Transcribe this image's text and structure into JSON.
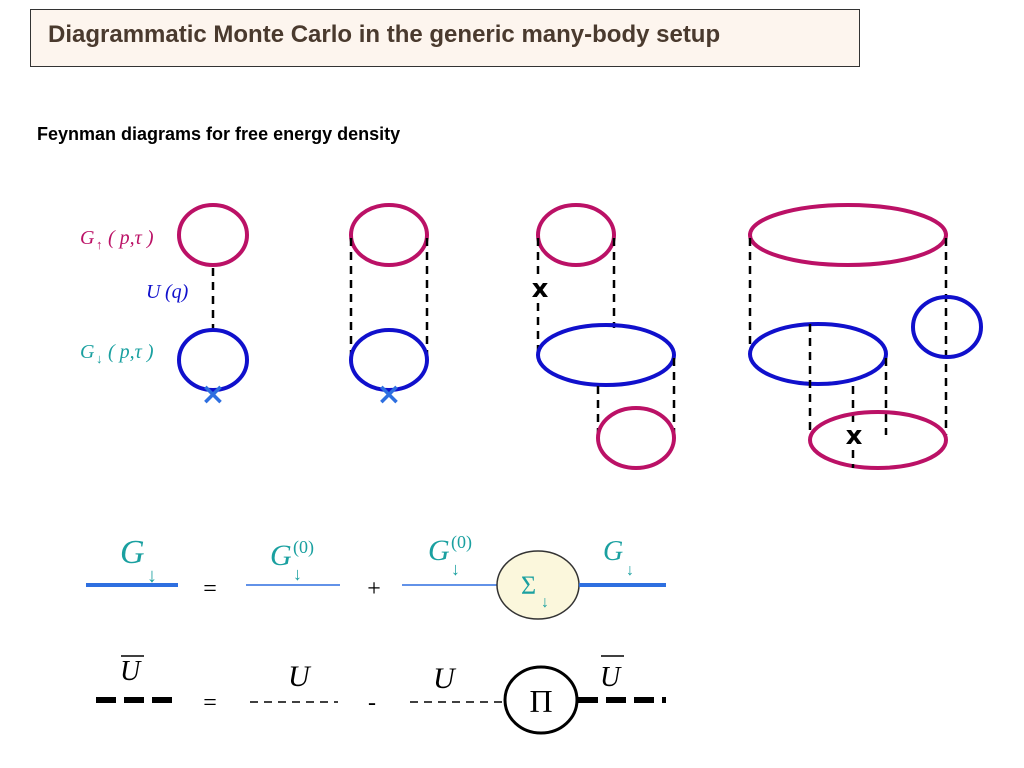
{
  "title": "Diagrammatic Monte Carlo in the generic many-body setup",
  "subtitle": "Feynman diagrams for free energy density",
  "labels": {
    "g_up": {
      "G": "G",
      "sub": "↑",
      "args": "( p,τ )"
    },
    "u": {
      "U": "U",
      "args": "(q)"
    },
    "g_down": {
      "G": "G",
      "sub": "↓",
      "args": "( p,τ )"
    }
  },
  "markers": {
    "cross": "x",
    "blue_cross": "×"
  },
  "dyson_g": {
    "lhs": {
      "G": "G",
      "sub": "↓"
    },
    "eq": "=",
    "term1": {
      "G": "G",
      "sub": "↓",
      "sup": "(0)"
    },
    "plus": "+",
    "term2": {
      "G": "G",
      "sub": "↓",
      "sup": "(0)"
    },
    "sigma": {
      "S": "Σ",
      "sub": "↓"
    },
    "term2_right": {
      "G": "G",
      "sub": "↓"
    }
  },
  "dyson_u": {
    "lhs": "U",
    "eq": "=",
    "term1": "U",
    "minus": "-",
    "term2": "U",
    "pi": "Π",
    "term2_right": "U"
  },
  "colors": {
    "magenta": "#bb1166",
    "blue": "#1010cc",
    "bright_blue": "#2e6fe0",
    "teal": "#1aa0a0",
    "title_text": "#4a3a2e",
    "title_bg": "#fdf5ee",
    "sigma_bg": "#fbf7dc"
  }
}
